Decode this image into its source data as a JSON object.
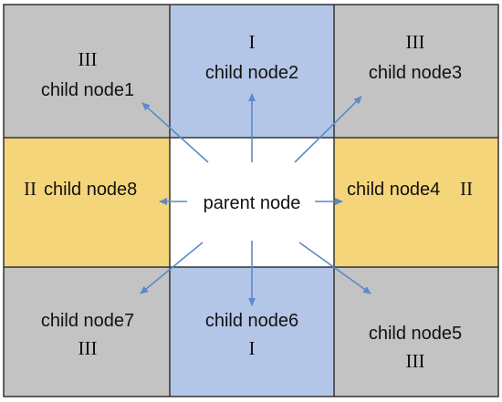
{
  "colors": {
    "corner_fill": "#c3c3c3",
    "vertical_fill": "#b4c6e7",
    "horizontal_fill": "#f5d57a",
    "center_fill": "#ffffff",
    "grid_line": "#333333",
    "arrow": "#5b8ac6"
  },
  "parent": {
    "label": "parent node"
  },
  "cells": {
    "top_left": {
      "name": "child node1",
      "level": "III",
      "fill": "corner"
    },
    "top_center": {
      "name": "child node2",
      "level": "I",
      "fill": "vertical"
    },
    "top_right": {
      "name": "child node3",
      "level": "III",
      "fill": "corner"
    },
    "middle_right": {
      "name": "child node4",
      "level": "II",
      "fill": "horizontal"
    },
    "bottom_right": {
      "name": "child node5",
      "level": "III",
      "fill": "corner"
    },
    "bottom_center": {
      "name": "child node6",
      "level": "I",
      "fill": "vertical"
    },
    "bottom_left": {
      "name": "child node7",
      "level": "III",
      "fill": "corner"
    },
    "middle_left": {
      "name": "child node8",
      "level": "II",
      "fill": "horizontal"
    }
  }
}
